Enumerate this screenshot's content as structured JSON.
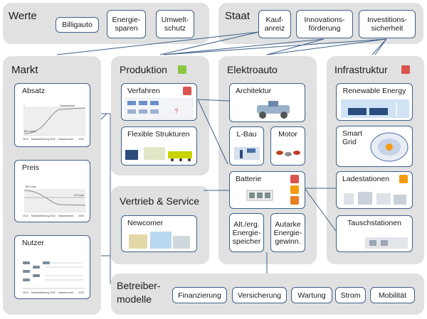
{
  "werte": {
    "title": "Werte",
    "items": [
      "Billigauto",
      "Energie-\nsparen",
      "Umwelt-\nschutz"
    ]
  },
  "staat": {
    "title": "Staat",
    "items": [
      "Kauf-\nanreiz",
      "Innovations-\nförderung",
      "Investitions-\nsicherheit"
    ]
  },
  "markt": {
    "title": "Markt",
    "absatz": {
      "label": "Absatz",
      "legend": "Gesamtmarkt",
      "ylab": "BEV Anteil",
      "xticks": [
        "2010",
        "Markteinführung",
        "2020",
        "Massenmarkt",
        "2030"
      ]
    },
    "preis": {
      "label": "Preis",
      "legend_a": "BEV Auto",
      "legend_b": "ICE Auto",
      "xticks": [
        "2010",
        "Markteinführung",
        "2020",
        "Massenmarkt",
        "2030"
      ]
    },
    "nutzer": {
      "label": "Nutzer",
      "xticks": [
        "2010",
        "Markteinführung",
        "2020",
        "Massenmarkt",
        "2030"
      ]
    }
  },
  "produktion": {
    "title": "Produktion",
    "verfahren": "Verfahren",
    "flexible": "Flexible Strukturen"
  },
  "vertrieb": {
    "title": "Vertrieb & Service",
    "newcomer": "Newcomer"
  },
  "elektroauto": {
    "title": "Elektroauto",
    "architektur": "Architektur",
    "lbau": "L-Bau",
    "motor": "Motor",
    "batterie": "Batterie",
    "speicher": "Alt./erg.\nEnergie-\nspeicher",
    "autarke": "Autarke\nEnergie-\ngewinn."
  },
  "infrastruktur": {
    "title": "Infrastruktur",
    "renewable": "Renewable Energy",
    "smartgrid": "Smart\nGrid",
    "ladestationen": "Ladestationen",
    "tausch": "Tauschstationen"
  },
  "betreiber": {
    "title": "Betreiber-\nmodelle",
    "items": [
      "Finanzierung",
      "Versicherung",
      "Wartung",
      "Strom",
      "Mobilität"
    ]
  },
  "colors": {
    "panel": "#e1e1e1",
    "border": "#3f5f8a",
    "line": "#3f5f8a",
    "icon_green": "#8dc63f",
    "icon_red": "#d9534f",
    "icon_orange": "#f39c12"
  },
  "icons": [
    "leaf-icon",
    "gear-icon",
    "recycle-icon",
    "flame-icon"
  ]
}
